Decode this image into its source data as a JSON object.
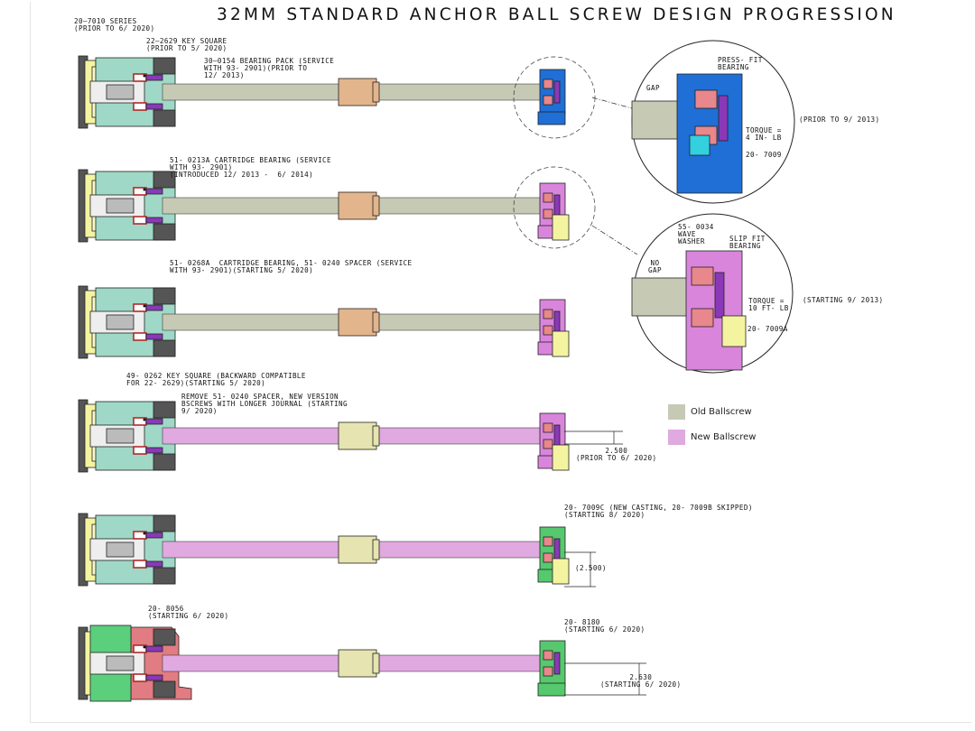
{
  "title": "32MM STANDARD ANCHOR BALL SCREW DESIGN PROGRESSION",
  "colors": {
    "old_ballscrew": "#c6cab5",
    "new_ballscrew": "#e0a9df",
    "housing_teal": "#9fd8c6",
    "housing_green": "#5ccf7d",
    "housing_pink": "#e07c82",
    "end_blue": "#1f6fd6",
    "end_magenta": "#d985dc",
    "end_green": "#56c86e",
    "yellow": "#f4f4a0",
    "nut": "#e3b58c",
    "nut_new": "#e6e4b0",
    "bearing_red": "#b22a2a",
    "purple": "#8a38b8"
  },
  "notes": {
    "n1": "20—7010 SERIES\n(PRIOR TO 6/ 2020)",
    "n2": "22—2629 KEY SQUARE\n(PRIOR TO 5/ 2020)",
    "n3": "30—0154 BEARING PACK (SERVICE\nWITH 93- 2901)(PRIOR TO\n12/ 2013)",
    "n4": "51- 0213A CARTRIDGE BEARING (SERVICE\nWITH 93- 2901)\n(INTRODUCED 12/ 2013 -  6/ 2014)",
    "n5": "51- 0268A  CARTRIDGE BEARING, 51- 0240 SPACER (SERVICE\nWITH 93- 2901)(STARTING 5/ 2020)",
    "n6": "49- 0262 KEY SQUARE (BACKWARD COMPATIBLE\nFOR 22- 2629)(STARTING 5/ 2020)",
    "n7": "REMOVE 51- 0240 SPACER, NEW VERSION\nBSCREWS WITH LONGER JOURNAL (STARTING\n9/ 2020)",
    "n8": "2.500\n(PRIOR TO 6/ 2020)",
    "n9": "20- 7009C (NEW CASTING, 20- 7009B SKIPPED)\n(STARTING 8/ 2020)",
    "n10": "(2.500)",
    "n11": "20- 8056\n(STARTING 6/ 2020)",
    "n12": "20- 8180\n(STARTING 6/ 2020)",
    "n13": "2.630\n(STARTING 6/ 2020)"
  },
  "detail_top": {
    "press_fit": "PRESS- FIT\nBEARING",
    "gap": "GAP",
    "torque": "TORQUE =\n4 IN- LB",
    "part": "20- 7009",
    "date": "(PRIOR TO 9/ 2013)"
  },
  "detail_bottom": {
    "wave_washer": "55- 0034\nWAVE\nWASHER",
    "slip_fit": "SLIP FIT\nBEARING",
    "no_gap": "NO\nGAP",
    "torque": "TORQUE =\n10 FT- LB",
    "part": "20- 7009A",
    "date": "(STARTING 9/ 2013)"
  },
  "legend": [
    {
      "label": "Old Ballscrew",
      "color": "#c6cab5"
    },
    {
      "label": "New Ballscrew",
      "color": "#e0a9df"
    }
  ]
}
